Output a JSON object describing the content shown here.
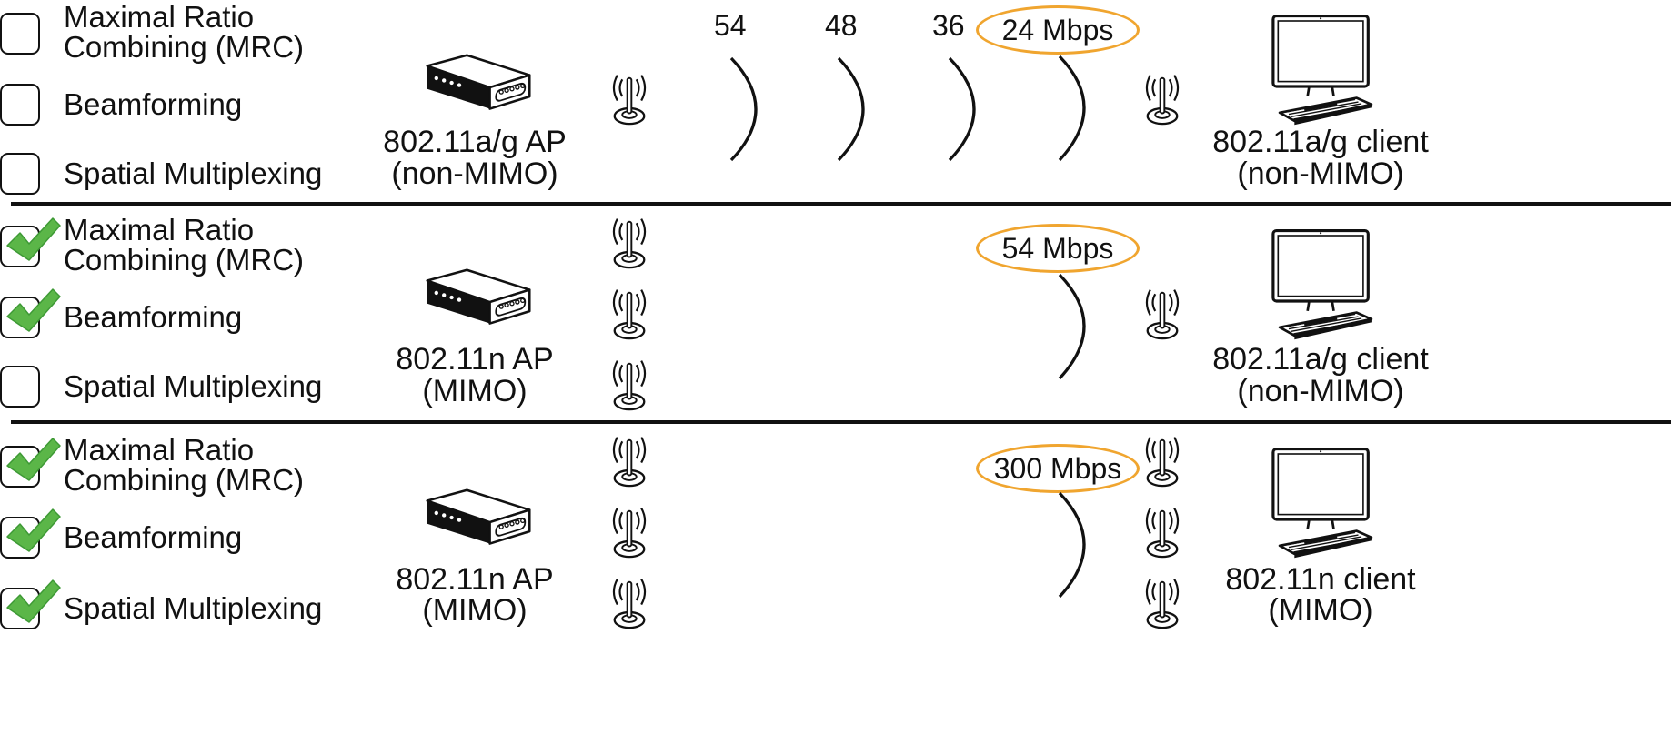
{
  "colors": {
    "check": "#5bb648",
    "ellipse": "#f0a52f",
    "ink": "#111111"
  },
  "features": {
    "mrc_line1": "Maximal Ratio",
    "mrc_line2": "Combining (MRC)",
    "beamforming": "Beamforming",
    "spatial": "Spatial Multiplexing"
  },
  "rows": [
    {
      "mrc_checked": false,
      "beamforming_checked": false,
      "spatial_checked": false,
      "ap_line1": "802.11a/g AP",
      "ap_line2": "(non-MIMO)",
      "client_line1": "802.11a/g client",
      "client_line2": "(non-MIMO)",
      "ap_antennas": 1,
      "client_antennas": 1,
      "rates": [
        "54",
        "48",
        "36"
      ],
      "rate_label": "24 Mbps"
    },
    {
      "mrc_checked": true,
      "beamforming_checked": true,
      "spatial_checked": false,
      "ap_line1": "802.11n AP",
      "ap_line2": "(MIMO)",
      "client_line1": "802.11a/g client",
      "client_line2": "(non-MIMO)",
      "ap_antennas": 3,
      "client_antennas": 1,
      "rates": [],
      "rate_label": "54 Mbps"
    },
    {
      "mrc_checked": true,
      "beamforming_checked": true,
      "spatial_checked": true,
      "ap_line1": "802.11n AP",
      "ap_line2": "(MIMO)",
      "client_line1": "802.11n client",
      "client_line2": "(MIMO)",
      "ap_antennas": 3,
      "client_antennas": 3,
      "rates": [],
      "rate_label": "300 Mbps"
    }
  ]
}
